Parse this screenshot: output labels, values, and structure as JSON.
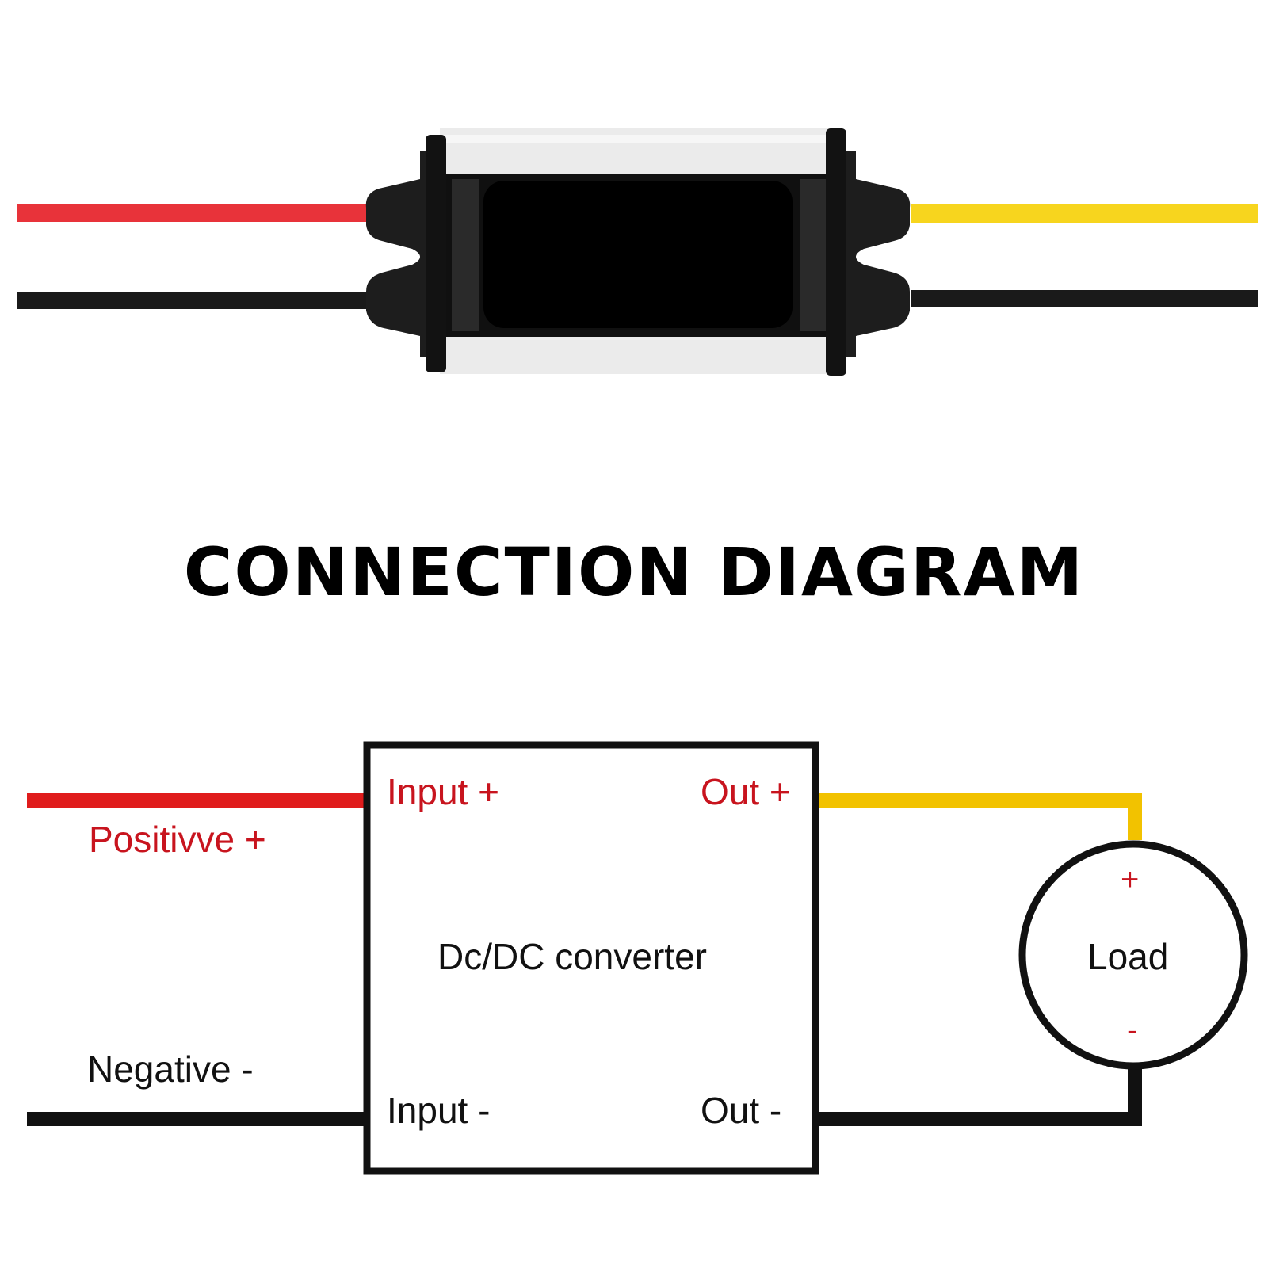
{
  "title": "CONNECTION DIAGRAM",
  "device": {
    "wire_colors": {
      "input_positive": "#e8333a",
      "input_negative": "#1a1a1a",
      "output_positive": "#f7d51e",
      "output_negative": "#1a1a1a"
    }
  },
  "diagram": {
    "converter_label": "Dc/DC converter",
    "input_pos_label": "Input +",
    "input_neg_label": "Input -",
    "out_pos_label": "Out +",
    "out_neg_label": "Out -",
    "positive_label": "Positivve +",
    "negative_label": "Negative -",
    "load_label": "Load",
    "load_plus": "+",
    "load_minus": "-",
    "colors": {
      "positive": "#e01c1c",
      "label_red": "#c8141e",
      "output": "#f2c200",
      "negative": "#111111"
    }
  }
}
